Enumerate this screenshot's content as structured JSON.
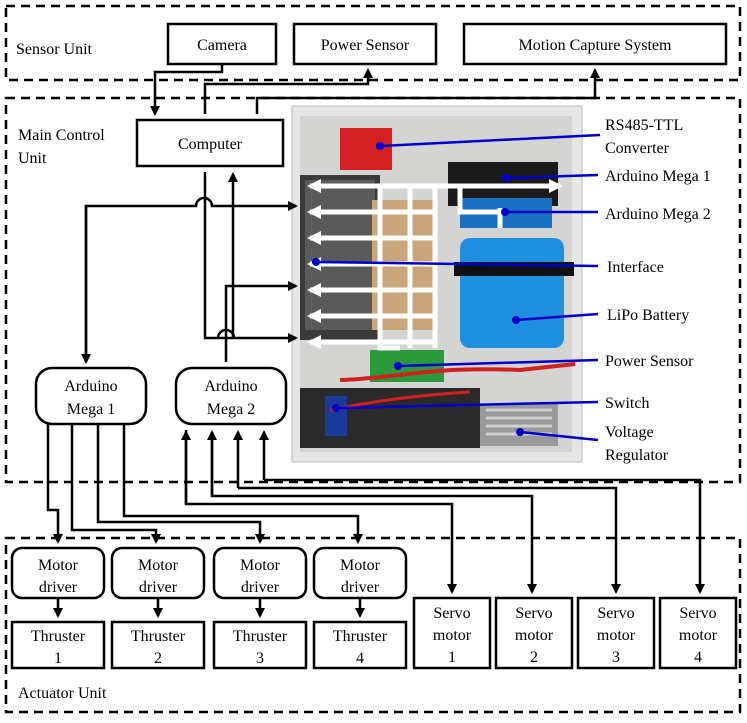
{
  "units": {
    "sensor": "Sensor Unit",
    "main_line1": "Main Control",
    "main_line2": "Unit",
    "actuator": "Actuator Unit"
  },
  "sensors": {
    "camera": "Camera",
    "power_sensor": "Power Sensor",
    "motion_capture": "Motion Capture System"
  },
  "computer": "Computer",
  "arduino1": {
    "line1": "Arduino",
    "line2": "Mega 1"
  },
  "arduino2": {
    "line1": "Arduino",
    "line2": "Mega 2"
  },
  "photo_labels": {
    "rs485_line1": "RS485-TTL",
    "rs485_line2": "Converter",
    "mega1": "Arduino Mega 1",
    "mega2": "Arduino Mega 2",
    "interface": "Interface",
    "battery": "LiPo Battery",
    "power_sensor": "Power Sensor",
    "switch": "Switch",
    "regulator_line1": "Voltage",
    "regulator_line2": "Regulator"
  },
  "motor_drivers": [
    {
      "line1": "Motor",
      "line2": "driver"
    },
    {
      "line1": "Motor",
      "line2": "driver"
    },
    {
      "line1": "Motor",
      "line2": "driver"
    },
    {
      "line1": "Motor",
      "line2": "driver"
    }
  ],
  "thrusters": [
    {
      "line1": "Thruster",
      "line2": "1"
    },
    {
      "line1": "Thruster",
      "line2": "2"
    },
    {
      "line1": "Thruster",
      "line2": "3"
    },
    {
      "line1": "Thruster",
      "line2": "4"
    }
  ],
  "servos": [
    {
      "line1": "Servo",
      "line2": "motor",
      "line3": "1"
    },
    {
      "line1": "Servo",
      "line2": "motor",
      "line3": "2"
    },
    {
      "line1": "Servo",
      "line2": "motor",
      "line3": "3"
    },
    {
      "line1": "Servo",
      "line2": "motor",
      "line3": "4"
    }
  ],
  "colors": {
    "annotation": "#0000cc",
    "battery": "#1f8fe0",
    "enclosure": "#e8e8e8"
  }
}
